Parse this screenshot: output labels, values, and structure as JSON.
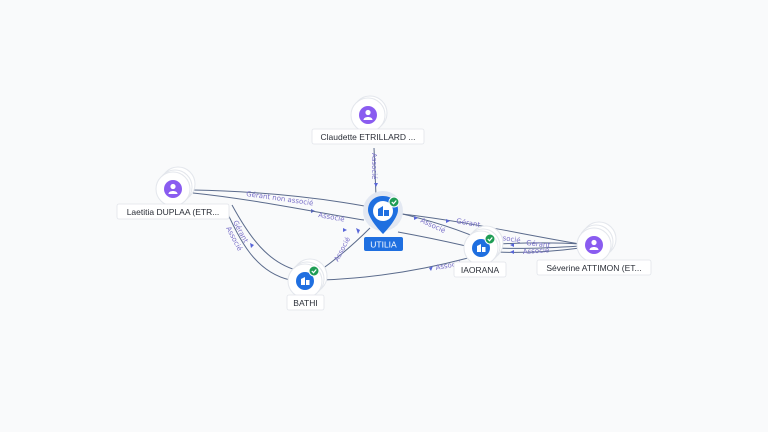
{
  "nodes": {
    "utilia": {
      "label": "UTILIA",
      "type": "company",
      "status": "verified"
    },
    "claudette": {
      "label": "Claudette ETRILLARD ...",
      "type": "person"
    },
    "laetitia": {
      "label": "Laetitia DUPLAA (ETR...",
      "type": "person"
    },
    "bathi": {
      "label": "BATHI",
      "type": "company",
      "status": "verified"
    },
    "iaorana": {
      "label": "IAORANA",
      "type": "company",
      "status": "verified"
    },
    "severine": {
      "label": "Séverine ATTIMON (ET...",
      "type": "person"
    }
  },
  "edge_labels": {
    "claudette_utilia": "Associé",
    "laetitia_iaorana": "Gérant non associé",
    "laetitia_utilia": "Associé",
    "laetitia_bathi_1": "Gérant",
    "laetitia_bathi_2": "Associé",
    "bathi_utilia": "Associé",
    "iaorana_utilia": "Associé",
    "severine_utilia": "Gérant",
    "severine_iaorana_1": "Associé",
    "severine_iaorana_2": "Gérant",
    "severine_iaorana_3": "Associé",
    "bathi_iaorana": "Associé"
  },
  "colors": {
    "person": "#8a5cf0",
    "company": "#1f6fe0",
    "verified_badge": "#1f9d55",
    "edge_label": "#7a70c9"
  },
  "icons": {
    "person": "person-icon",
    "company": "building-icon",
    "verified": "check-badge-icon"
  }
}
